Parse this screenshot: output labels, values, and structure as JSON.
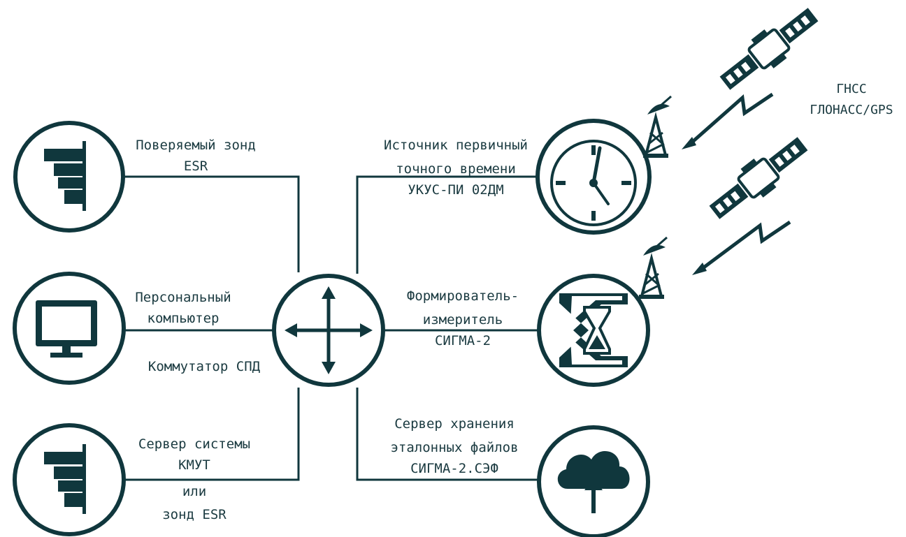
{
  "labels": {
    "probe_esr": [
      "Поверяемый зонд",
      "ESR"
    ],
    "pc": [
      "Персональный",
      "компьютер"
    ],
    "switch": [
      "Коммутатор СПД"
    ],
    "server_kmut": [
      "Сервер системы",
      "КМУТ",
      "или",
      "зонд ESR"
    ],
    "time_source": [
      "Источник первичный",
      "точного времени",
      "УКУС-ПИ 02ДМ"
    ],
    "sigma": [
      "Формирователь-",
      "измеритель",
      "СИГМА-2"
    ],
    "storage": [
      "Сервер хранения",
      "эталонных файлов",
      "СИГМА-2.СЭФ"
    ],
    "gnss": [
      "ГНСС",
      "ГЛОНАСС/GPS"
    ]
  },
  "icons": {
    "probe_top": "server-rack-icon",
    "pc": "monitor-icon",
    "probe_bottom": "server-rack-icon",
    "switch": "router-arrows-icon",
    "clock": "clock-icon",
    "sigma": "sigma-hourglass-icon",
    "cloud": "cloud-upload-icon",
    "antenna": "antenna-tower-icon",
    "satellite": "satellite-icon",
    "signal": "lightning-signal-icon"
  },
  "colors": {
    "ink": "#10373d"
  }
}
